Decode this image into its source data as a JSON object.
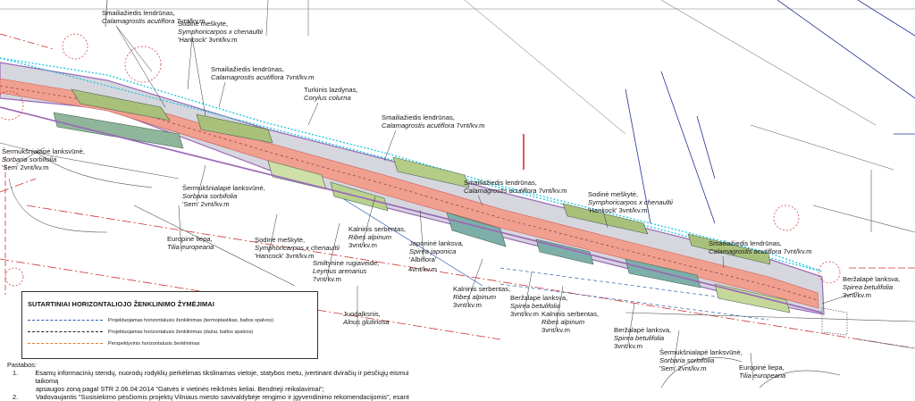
{
  "plants": [
    {
      "name": "Smailiažiedis lendrūnas,",
      "latin": "Calamagrostis acutiflora",
      "qty": " 7vnt/kv.m"
    },
    {
      "name": "Sodinė meškytė,",
      "latin": "Symphoricarpos x chenaultii",
      "qty": "'Hancock' 3vnt/kv.m"
    },
    {
      "name": "Smailiažiedis lendrūnas,",
      "latin": "Calamagrostis acutiflora",
      "qty": " 7vnt/kv.m"
    },
    {
      "name": "Turkinis lazdynas,",
      "latin": "Corylus colurna",
      "qty": ""
    },
    {
      "name": "Smailiažiedis lendrūnas,",
      "latin": "Calamagrostis acutiflora",
      "qty": " 7vnt/kv.m"
    },
    {
      "name": "Šermukšnialapė lanksvūnė,",
      "latin": "Sorbaria sorbifolia",
      "qty": "'Sem' 2vnt/kv.m"
    },
    {
      "name": "Šermukšnialapė lanksvūnė,",
      "latin": "Sorbaria sorbifolia",
      "qty": "'Sem' 2vnt/kv.m"
    },
    {
      "name": "Europinė liepa,",
      "latin": "Tilia europeana",
      "qty": ""
    },
    {
      "name": "Sodinė meškytė,",
      "latin": "Symphoricarpos x chenaultii",
      "qty": "'Hancock' 3vnt/kv.m"
    },
    {
      "name": "Kalninis serbentas,",
      "latin": "Ribes alpinum",
      "qty": "3vnt/kv.m"
    },
    {
      "name": "Japoninė lanksva,",
      "latin": "Spirea japonica",
      "qty": "'Albiflora'"
    },
    {
      "name": "Smiltyninė rugiaveidė,",
      "latin": "Leymus arenarius",
      "qty": "7vnt/kv.m"
    },
    {
      "name": "Smailiažiedis lendrūnas,",
      "latin": "Calamagrostis acutiflora",
      "qty": " 7vnt/kv.m"
    },
    {
      "name": "Sodinė meškytė,",
      "latin": "Symphoricarpos x chenaultii",
      "qty": "'Hancock' 3vnt/kv.m"
    },
    {
      "name": "Kalninis serbentas,",
      "latin": "Ribes alpinum",
      "qty": "3vnt/kv.m"
    },
    {
      "name": "Beržalapė lanksva,",
      "latin": "Spirea betulifolia",
      "qty": "3vnt/kv.m"
    },
    {
      "name": "Kalninis serbentas,",
      "latin": "Ribes alpinum",
      "qty": "3vnt/kv.m"
    },
    {
      "name": "Juodalksnis,",
      "latin": "Alnus glutinosa",
      "qty": ""
    },
    {
      "name": "Beržalapė lanksva,",
      "latin": "Spirea betulifolia",
      "qty": "3vnt/kv.m"
    },
    {
      "name": "Smailiažiedis lendrūnas,",
      "latin": "Calamagrostis acutiflora",
      "qty": " 7vnt/kv.m"
    },
    {
      "name": "Beržalapė lanksva,",
      "latin": "Spirea betulifolia",
      "qty": "3vnt/kv.m"
    },
    {
      "name": "Šermukšnialapė lanksvūnė,",
      "latin": "Sorbaria sorbifolia",
      "qty": "'Sem' 2vnt/kv.m"
    },
    {
      "name": "Europinė liepa,",
      "latin": "Tilia europeana",
      "qty": ""
    }
  ],
  "extra": {
    "qty_4vnt": "4vnt/kv.m"
  },
  "legend": {
    "title": "SUTARTINIAI HORIZONTALIOJO ŽENKLINIMO ŽYMĖJIMAI",
    "rows": [
      {
        "text": "Projektuojamas horizontalusis ženklinimas (termoplastikas, baltos spalvos)",
        "color": "#2b5fb0"
      },
      {
        "text": "Projektuojamas horizontalusis ženklinimas (dažai, baltos spalvos)",
        "color": "#222222"
      },
      {
        "text": "Perspektyvinis horizontalusis ženklinimas",
        "color": "#e07a2a"
      }
    ]
  },
  "notes": {
    "heading": "Pastabos:",
    "items": [
      {
        "num": "1.",
        "text": "Esamų informacinių stendų, nuorodų rodyklių perkėlimas tikslinamas vietoje, statybos metu, įvertinant dviračių ir pėsčiųjų eismui taikomą"
      },
      {
        "num": "",
        "text": "apsaugos zoną pagal STR 2.06.04:2014 \"Gatvės ir vietinės reikšmės keliai. Bendrieji reikalavimai\";"
      },
      {
        "num": "2.",
        "text": "Vadovaujantis \"Susisiekimo pėsčiomis projektų Vilniaus miesto savivaldybėje rengimo ir įgyvendinimo rekomendacijomis\", esant"
      }
    ]
  }
}
